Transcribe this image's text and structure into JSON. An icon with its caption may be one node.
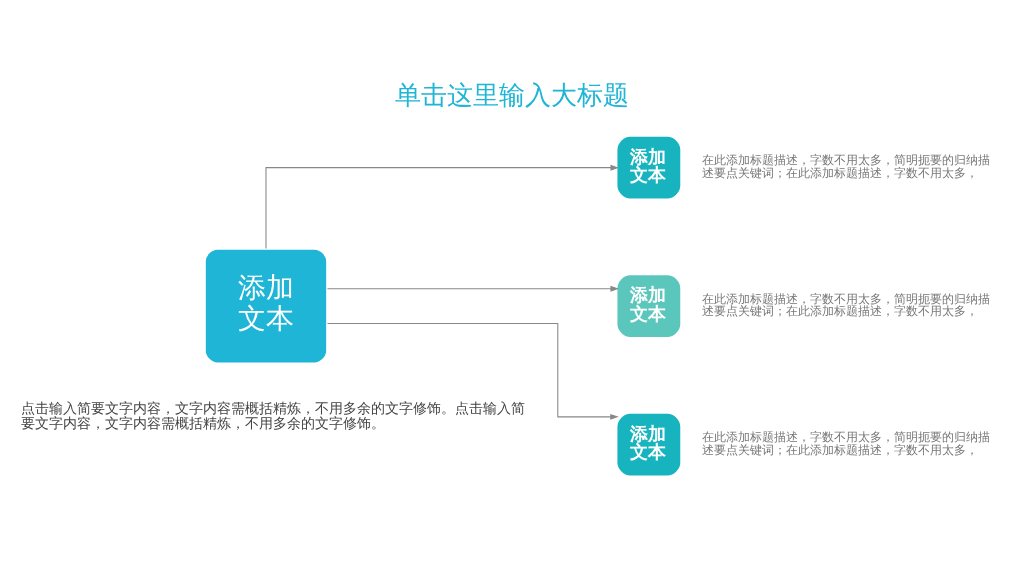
{
  "diagram": {
    "title": "单击这里输入大标题",
    "caption": "点击输入简要文字内容，文字内容需概括精炼，不用多余的文字修饰。点击输入简要文字内容，文字内容需概括精炼，不用多余的文字修饰。",
    "nodes": [
      {
        "text": [
          "添加文本"
        ]
      },
      {
        "text": [
          "添加文本"
        ],
        "beside": [
          "在此添加标题描述，字数不用太多，简明扼要的归纳描述要点关键词；在此添加标题描述，字数不用太多，"
        ]
      },
      {
        "text": [
          "添加文本"
        ],
        "beside": [
          "在此添加标题描述，字数不用太多，简明扼要的归纳描述要点关键词；在此添加标题描述，字数不用太多，"
        ]
      },
      {
        "text": [
          "添加文本"
        ],
        "beside": [
          "在此添加标题描述，字数不用太多，简明扼要的归纳描述要点关键词；在此添加标题描述，字数不用太多，"
        ]
      }
    ],
    "edges": [
      {
        "from": 0,
        "to": 1,
        "arrow": "to"
      },
      {
        "from": 0,
        "to": 2,
        "arrow": "to"
      },
      {
        "from": 0,
        "to": 3,
        "arrow": "to"
      }
    ]
  }
}
